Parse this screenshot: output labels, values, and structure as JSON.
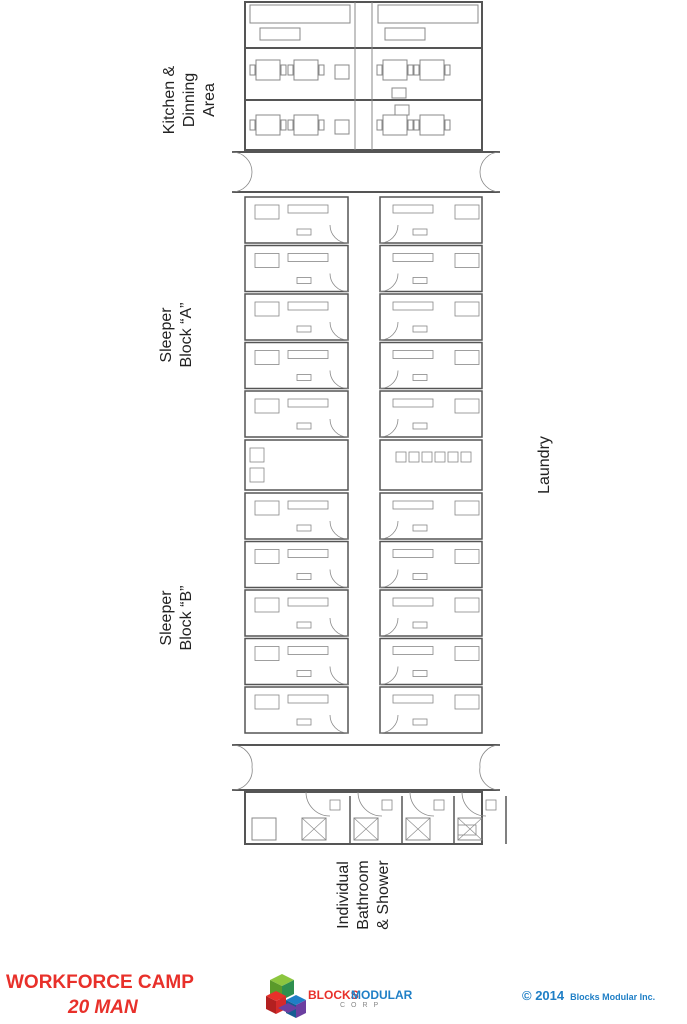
{
  "labels": {
    "kitchen": [
      "Kitchen &",
      "Dinning",
      "Area"
    ],
    "sleeper_a": [
      "Sleeper",
      "Block “A”"
    ],
    "sleeper_b": [
      "Sleeper",
      "Block “B”"
    ],
    "laundry": [
      "Laundry"
    ],
    "bathroom": [
      "Individual",
      "Bathroom",
      "& Shower"
    ]
  },
  "footer": {
    "title": "WORKFORCE CAMP",
    "subtitle": "20 MAN",
    "brand_a": "BLOCKS",
    "brand_b": "MODULAR",
    "brand_c": "CORP",
    "copyright_year": "© 2014",
    "copyright_owner": "Blocks Modular Inc."
  },
  "colors": {
    "wall": "#555555",
    "line": "#888888",
    "title": "#e8302a",
    "brand_blue": "#1f7fc6"
  }
}
